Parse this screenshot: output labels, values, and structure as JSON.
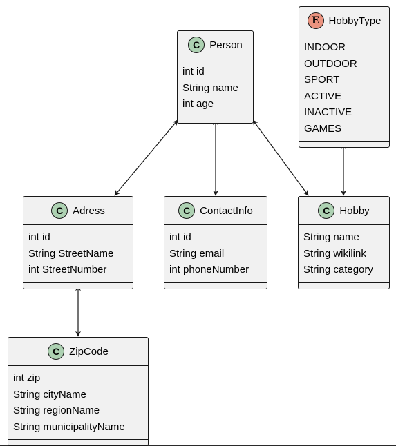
{
  "diagram": {
    "classes": [
      {
        "id": "person",
        "stereotype": "C",
        "kind": "class",
        "name": "Person",
        "fields": [
          "int id",
          "String name",
          "int age"
        ]
      },
      {
        "id": "hobbytype",
        "stereotype": "E",
        "kind": "enum",
        "name": "HobbyType",
        "fields": [
          "INDOOR",
          "OUTDOOR",
          "SPORT",
          "ACTIVE",
          "INACTIVE",
          "GAMES"
        ]
      },
      {
        "id": "adress",
        "stereotype": "C",
        "kind": "class",
        "name": "Adress",
        "fields": [
          "int id",
          "String StreetName",
          "int StreetNumber"
        ]
      },
      {
        "id": "contactinfo",
        "stereotype": "C",
        "kind": "class",
        "name": "ContactInfo",
        "fields": [
          "int id",
          "String email",
          "int phoneNumber"
        ]
      },
      {
        "id": "hobby",
        "stereotype": "C",
        "kind": "class",
        "name": "Hobby",
        "fields": [
          "String name",
          "String wikilink",
          "String category"
        ]
      },
      {
        "id": "zipcode",
        "stereotype": "C",
        "kind": "class",
        "name": "ZipCode",
        "fields": [
          "int zip",
          "String cityName",
          "String regionName",
          "String municipalityName"
        ]
      }
    ],
    "relations": [
      {
        "from": "person",
        "to": "adress",
        "arrows": "both"
      },
      {
        "from": "person",
        "to": "contactinfo",
        "arrows": "both"
      },
      {
        "from": "person",
        "to": "hobby",
        "arrows": "both"
      },
      {
        "from": "hobbytype",
        "to": "hobby",
        "arrows": "both"
      },
      {
        "from": "adress",
        "to": "zipcode",
        "arrows": "both"
      }
    ]
  }
}
